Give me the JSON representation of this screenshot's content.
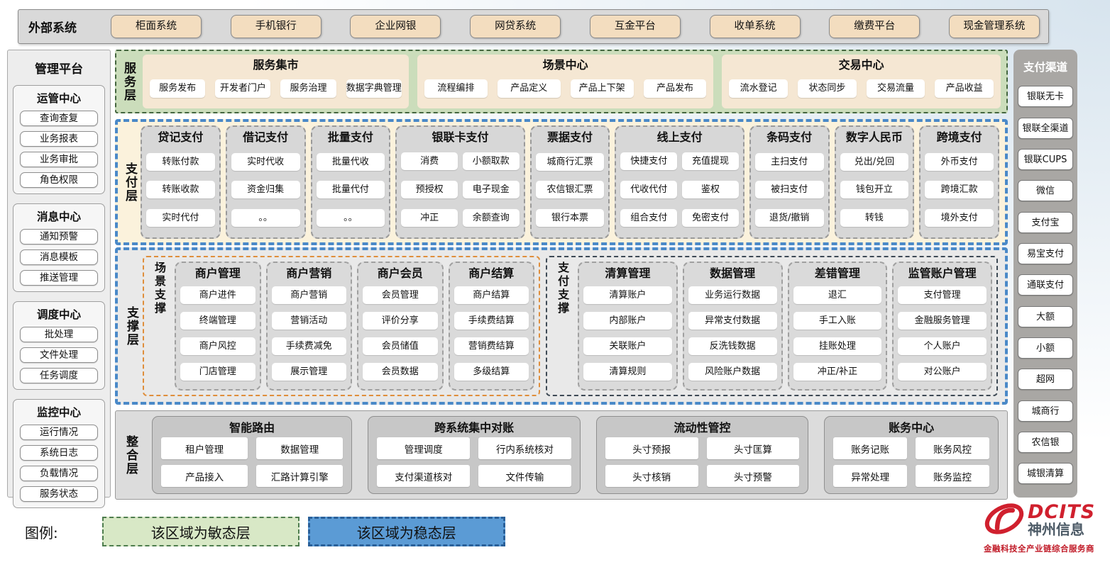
{
  "colors": {
    "agile_green": "#cbddbb",
    "stable_blue": "#5b9bd5",
    "frame_blue": "#4a89c8",
    "tan": "#f3ddbf",
    "scene_orange": "#df8e3b",
    "logo_red": "#d0202e"
  },
  "external_systems": {
    "label": "外部系统",
    "items": [
      "柜面系统",
      "手机银行",
      "企业网银",
      "网贷系统",
      "互金平台",
      "收单系统",
      "缴费平台",
      "现金管理系统"
    ]
  },
  "management_platform": {
    "title": "管理平台",
    "groups": [
      {
        "title": "运管中心",
        "items": [
          "查询查复",
          "业务报表",
          "业务审批",
          "角色权限"
        ]
      },
      {
        "title": "消息中心",
        "items": [
          "通知预警",
          "消息模板",
          "推送管理"
        ]
      },
      {
        "title": "调度中心",
        "items": [
          "批处理",
          "文件处理",
          "任务调度"
        ]
      },
      {
        "title": "监控中心",
        "items": [
          "运行情况",
          "系统日志",
          "负载情况",
          "服务状态"
        ]
      }
    ]
  },
  "service_layer": {
    "label": "服务层",
    "groups": [
      {
        "title": "服务集市",
        "items": [
          "服务发布",
          "开发者门户",
          "服务治理",
          "数据字典管理"
        ]
      },
      {
        "title": "场景中心",
        "items": [
          "流程编排",
          "产品定义",
          "产品上下架",
          "产品发布"
        ]
      },
      {
        "title": "交易中心",
        "items": [
          "流水登记",
          "状态同步",
          "交易流量",
          "产品收益"
        ]
      }
    ]
  },
  "payment_layer": {
    "label": "支付层",
    "columns": [
      {
        "title": "贷记支付",
        "items": [
          "转账付款",
          "转账收款",
          "实时代付"
        ]
      },
      {
        "title": "借记支付",
        "items": [
          "实时代收",
          "资金归集",
          "。。"
        ]
      },
      {
        "title": "批量支付",
        "items": [
          "批量代收",
          "批量代付",
          "。。"
        ]
      },
      {
        "title": "银联卡支付",
        "items": [
          "消费",
          "小额取款",
          "预授权",
          "电子现金",
          "冲正",
          "余额查询"
        ]
      },
      {
        "title": "票据支付",
        "items": [
          "城商行汇票",
          "农信银汇票",
          "银行本票"
        ]
      },
      {
        "title": "线上支付",
        "items": [
          "快捷支付",
          "充值提现",
          "代收代付",
          "鉴权",
          "组合支付",
          "免密支付"
        ]
      },
      {
        "title": "条码支付",
        "items": [
          "主扫支付",
          "被扫支付",
          "退货/撤销"
        ]
      },
      {
        "title": "数字人民币",
        "items": [
          "兑出/兑回",
          "钱包开立",
          "转钱"
        ]
      },
      {
        "title": "跨境支付",
        "items": [
          "外币支付",
          "跨境汇款",
          "境外支付"
        ]
      }
    ]
  },
  "support_layer": {
    "label": "支撑层",
    "sections": [
      {
        "label": "场景支撑",
        "columns": [
          {
            "title": "商户管理",
            "items": [
              "商户进件",
              "终端管理",
              "商户风控",
              "门店管理"
            ]
          },
          {
            "title": "商户营销",
            "items": [
              "商户营销",
              "营销活动",
              "手续费减免",
              "展示管理"
            ]
          },
          {
            "title": "商户会员",
            "items": [
              "会员管理",
              "评价分享",
              "会员储值",
              "会员数据"
            ]
          },
          {
            "title": "商户结算",
            "items": [
              "商户结算",
              "手续费结算",
              "营销费结算",
              "多级结算"
            ]
          }
        ]
      },
      {
        "label": "支付支撑",
        "columns": [
          {
            "title": "清算管理",
            "items": [
              "清算账户",
              "内部账户",
              "关联账户",
              "清算规则"
            ]
          },
          {
            "title": "数据管理",
            "items": [
              "业务运行数据",
              "异常支付数据",
              "反洗钱数据",
              "风险账户数据"
            ]
          },
          {
            "title": "差错管理",
            "items": [
              "退汇",
              "手工入账",
              "挂账处理",
              "冲正/补正"
            ]
          },
          {
            "title": "监管账户管理",
            "items": [
              "支付管理",
              "金融服务管理",
              "个人账户",
              "对公账户"
            ]
          }
        ]
      }
    ]
  },
  "integration_layer": {
    "label": "整合层",
    "groups": [
      {
        "title": "智能路由",
        "items": [
          "租户管理",
          "数据管理",
          "产品接入",
          "汇路计算引擎"
        ]
      },
      {
        "title": "跨系统集中对账",
        "items": [
          "管理调度",
          "行内系统核对",
          "支付渠道核对",
          "文件传输"
        ]
      },
      {
        "title": "流动性管控",
        "items": [
          "头寸预报",
          "头寸匡算",
          "头寸核销",
          "头寸预警"
        ]
      },
      {
        "title": "账务中心",
        "items": [
          "账务记账",
          "账务风控",
          "异常处理",
          "账务监控"
        ]
      }
    ]
  },
  "payment_channels": {
    "title": "支付渠道",
    "items": [
      "银联无卡",
      "银联全渠道",
      "银联CUPS",
      "微信",
      "支付宝",
      "易宝支付",
      "通联支付",
      "大额",
      "小额",
      "超网",
      "城商行",
      "农信银",
      "城银清算"
    ]
  },
  "legend": {
    "label": "图例:",
    "agile": "该区域为敏态层",
    "stable": "该区域为稳态层"
  },
  "logo": {
    "brand": "DCITS",
    "company": "神州信息",
    "tagline": "金融科技全产业链综合服务商"
  }
}
